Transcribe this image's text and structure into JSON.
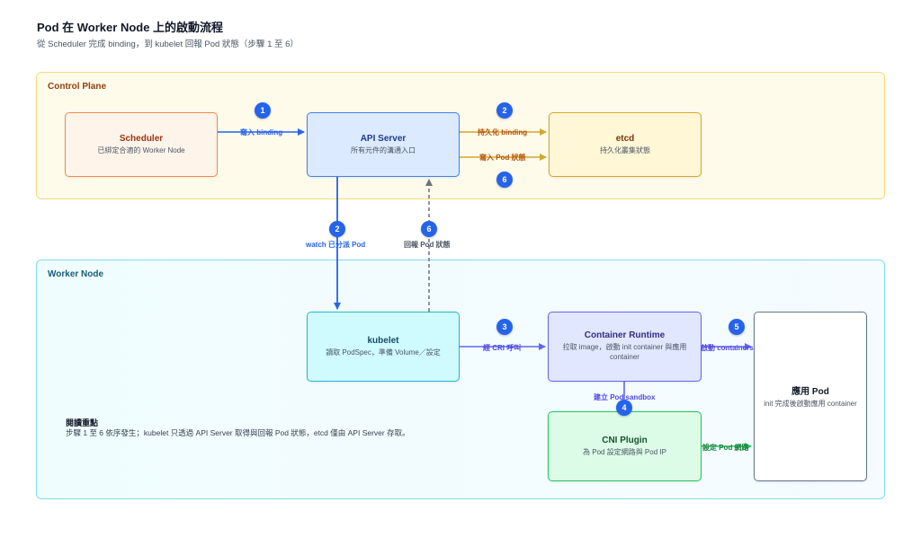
{
  "header": {
    "title": "Pod 在 Worker Node 上的啟動流程",
    "subtitle": "從 Scheduler 完成 binding，到 kubelet 回報 Pod 狀態（步驟 1 至 6）"
  },
  "panels": {
    "control_plane": "Control Plane",
    "worker_node": "Worker Node"
  },
  "nodes": {
    "scheduler": {
      "name": "Scheduler",
      "desc": "已綁定合適的 Worker Node"
    },
    "api_server": {
      "name": "API Server",
      "desc": "所有元件的溝通入口"
    },
    "etcd": {
      "name": "etcd",
      "desc": "持久化叢集狀態"
    },
    "kubelet": {
      "name": "kubelet",
      "desc": "讀取 PodSpec，準備 Volume／設定"
    },
    "container_runtime": {
      "name": "Container Runtime",
      "desc": "拉取 image，啟動 init container 與應用 container"
    },
    "cni_plugin": {
      "name": "CNI Plugin",
      "desc": "為 Pod 設定網路與 Pod IP"
    },
    "app_pod": {
      "name": "應用 Pod",
      "desc": "init 完成後啟動應用 container"
    }
  },
  "edges": {
    "write_binding": "寫入 binding",
    "persist_binding": "持久化 binding",
    "write_pod_status": "寫入 Pod 狀態",
    "watch_pod": "watch 已分派 Pod",
    "report_status": "回報 Pod 狀態",
    "cri_call": "經 CRI 呼叫",
    "start_containers": "啟動 containers",
    "create_sandbox": "建立 Pod sandbox",
    "set_network": "設定 Pod 網路"
  },
  "badges": {
    "write_binding": "1",
    "persist_binding": "2",
    "write_pod_status": "6",
    "watch_pod": "2",
    "report_status": "6",
    "cri_call": "3",
    "create_sandbox": "4",
    "start_containers": "5"
  },
  "note": {
    "title": "閱讀重點",
    "text": "步驟 1 至 6 依序發生；kubelet 只透過 API Server 取得與回報 Pod 狀態，etcd 僅由 API Server 存取。"
  },
  "colors": {
    "blue": "#2563eb",
    "gold": "#d4a62a",
    "purple": "#6366f1",
    "green": "#22c55e",
    "gray": "#6b7280"
  }
}
